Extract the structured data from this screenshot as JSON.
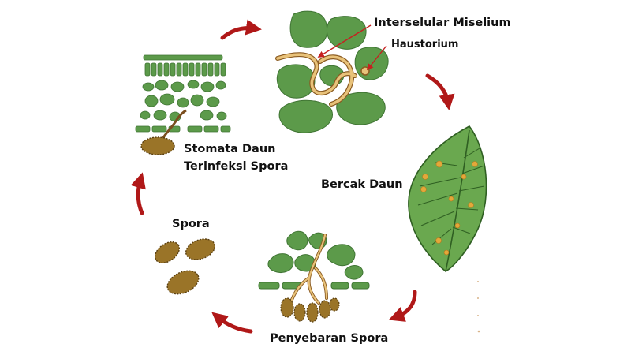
{
  "diagram": {
    "labels": {
      "stomata_line1": "Stomata Daun",
      "stomata_line2": "Terinfeksi Spora",
      "interseluler": "Interselular Miselium",
      "haustorium": "Haustorium",
      "bercak": "Bercak Daun",
      "penyebaran": "Penyebaran Spora",
      "spora": "Spora"
    },
    "colors": {
      "cell_green": "#5c9a4a",
      "cell_stroke": "#3f7433",
      "leaf_green": "#6aa84f",
      "hypha": "#e8c27a",
      "hypha_stroke": "#8a5a20",
      "spore_fill": "#9a7428",
      "spore_stroke": "#5a3f10",
      "arrow_red": "#b01818",
      "spot_orange": "#e3a83a"
    }
  }
}
